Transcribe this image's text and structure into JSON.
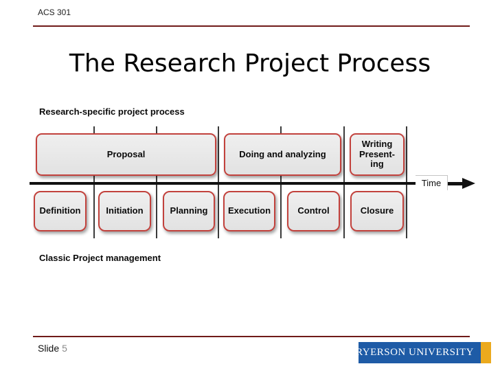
{
  "slide": {
    "course_code": "ACS 301",
    "title": "The Research Project Process",
    "footer_label": "Slide",
    "slide_number": "5"
  },
  "diagram": {
    "research_label": "Research-specific project process",
    "classic_label": "Classic Project management",
    "time_label": "Time",
    "research_phases": [
      {
        "label": "Proposal"
      },
      {
        "label": "Doing and analyzing"
      },
      {
        "label": "Writing Present-ing",
        "lines": [
          "Writing",
          "Present-",
          "ing"
        ]
      }
    ],
    "classic_phases": [
      {
        "label": "Definition"
      },
      {
        "label": "Initiation"
      },
      {
        "label": "Planning"
      },
      {
        "label": "Execution"
      },
      {
        "label": "Control"
      },
      {
        "label": "Closure"
      }
    ]
  },
  "logo": {
    "name": "RYERSON UNIVERSITY"
  },
  "colors": {
    "accent_rule": "#6F1A18",
    "box_border": "#C2413C",
    "axis_line": "#111111",
    "logo_blue": "#1E5BA6",
    "logo_gold": "#EBAA1E"
  }
}
